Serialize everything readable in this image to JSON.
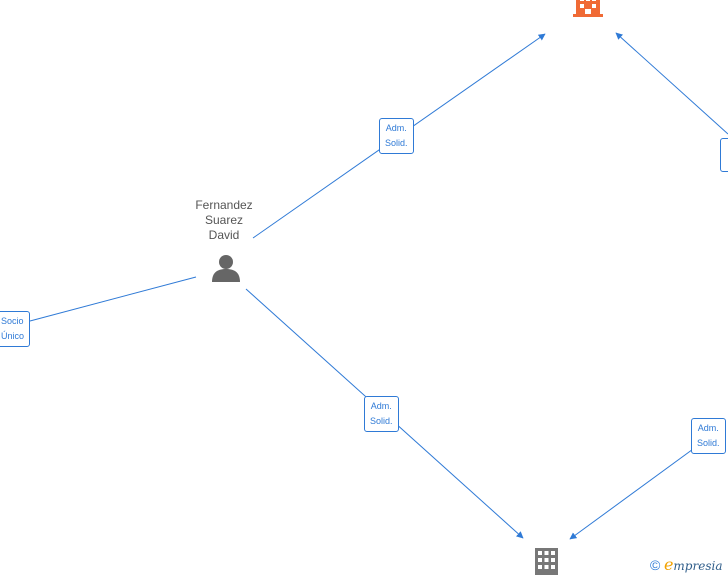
{
  "person": {
    "name_lines": [
      "Fernandez",
      "Suarez",
      "David"
    ],
    "icon": "person-icon",
    "color": "#666666"
  },
  "companies": [
    {
      "id": "company-top",
      "icon": "building-icon",
      "color": "#f06a35"
    },
    {
      "id": "company-bottom",
      "icon": "building-icon",
      "color": "#777777"
    }
  ],
  "edge_labels": {
    "top_left": [
      "Adm.",
      "Solid."
    ],
    "bottom_left": [
      "Adm.",
      "Solid."
    ],
    "bottom_right": [
      "Adm.",
      "Solid."
    ],
    "far_left": [
      "Socio",
      "Único"
    ]
  },
  "colors": {
    "edge": "#2f7ad6"
  },
  "footer": {
    "copyright": "©",
    "brand_initial": "e",
    "brand_rest": "mpresia"
  }
}
